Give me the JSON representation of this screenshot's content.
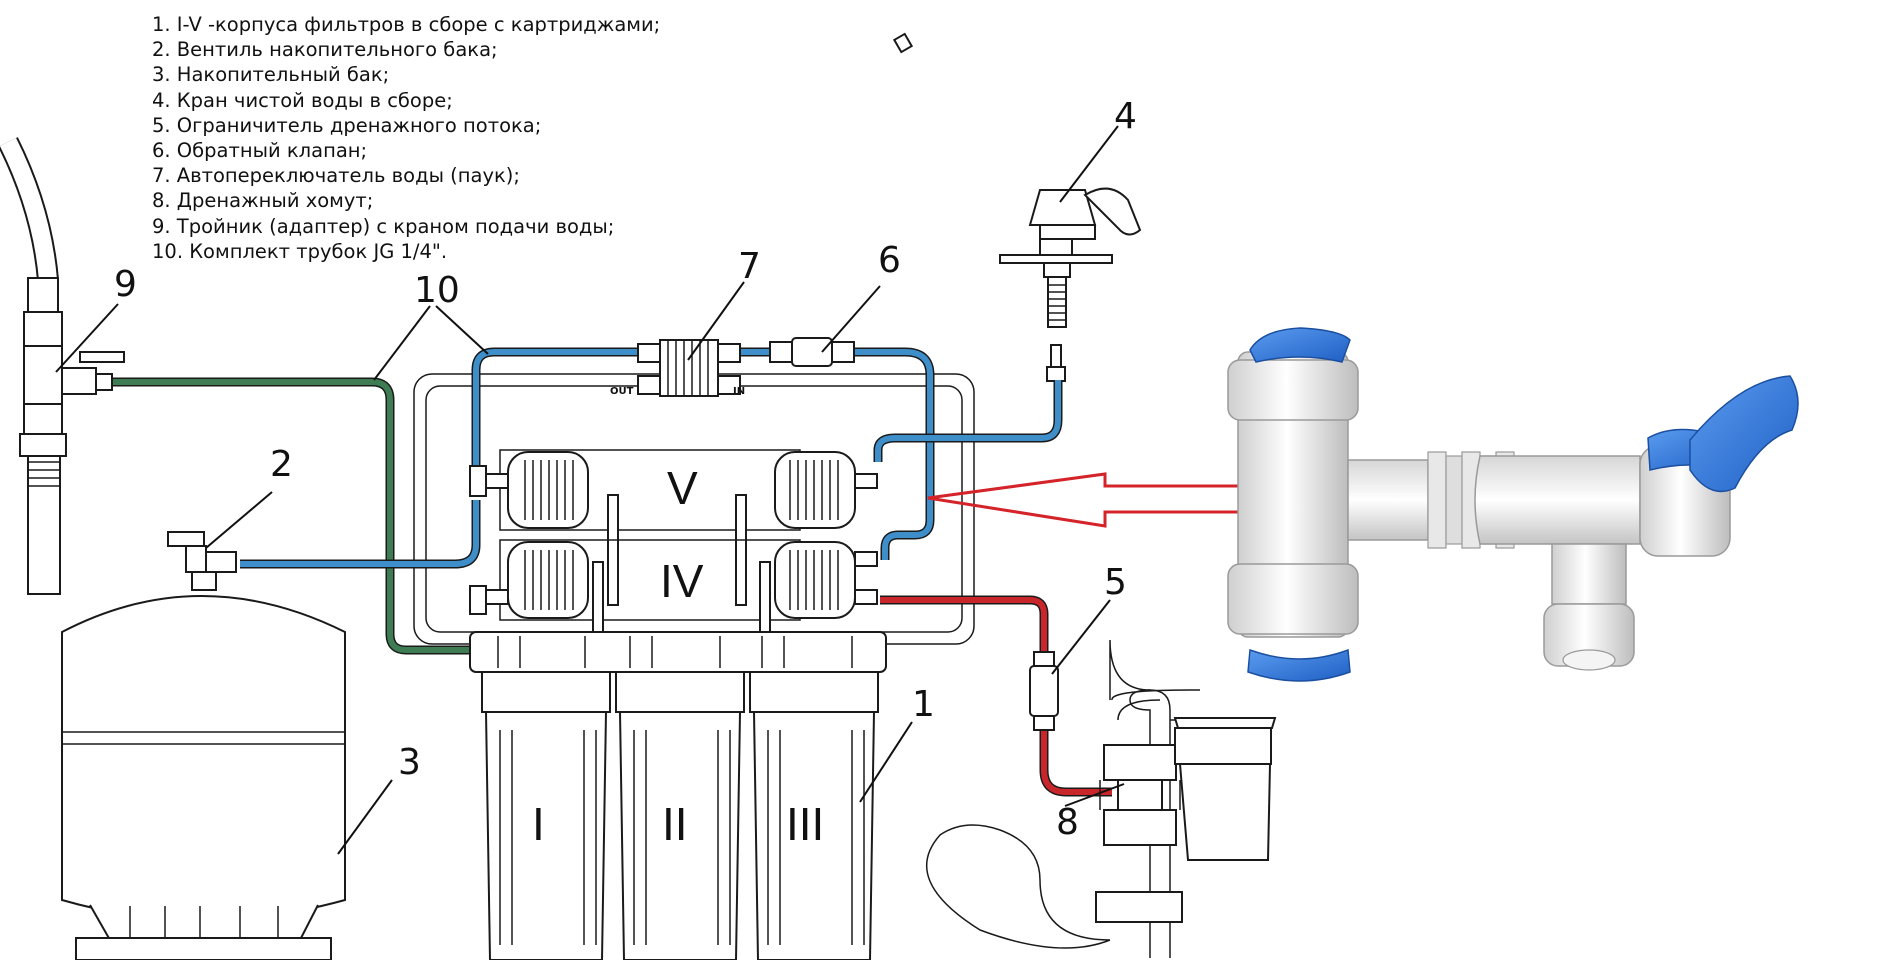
{
  "legend": [
    "1. I-V -корпуса фильтров в сборе с картриджами;",
    "2. Вентиль накопительного бака;",
    "3. Накопительный бак;",
    "4. Кран чистой воды в сборе;",
    "5. Ограничитель дренажного потока;",
    "6. Обратный клапан;",
    "7. Автопереключатель воды (паук);",
    "8. Дренажный хомут;",
    "9. Тройник (адаптер) с краном подачи воды;",
    "10. Комплект трубок JG 1/4\"."
  ],
  "callouts": {
    "n1": "1",
    "n2": "2",
    "n3": "3",
    "n4": "4",
    "n5": "5",
    "n6": "6",
    "n7": "7",
    "n8": "8",
    "n9": "9",
    "n10": "10"
  },
  "housings": {
    "h1": "I",
    "h2": "II",
    "h3": "III",
    "h4": "IV",
    "h5": "V"
  },
  "switch_labels": {
    "out": "OUT",
    "in": "IN"
  },
  "colors": {
    "clean_water_tube": "#3d8ec9",
    "feed_water_tube": "#3e7d53",
    "drain_tube": "#c8262a",
    "pointer_arrow": "#d4242a",
    "fitting_blue": "#2a6fd0",
    "fitting_white": "#eeeeee"
  }
}
